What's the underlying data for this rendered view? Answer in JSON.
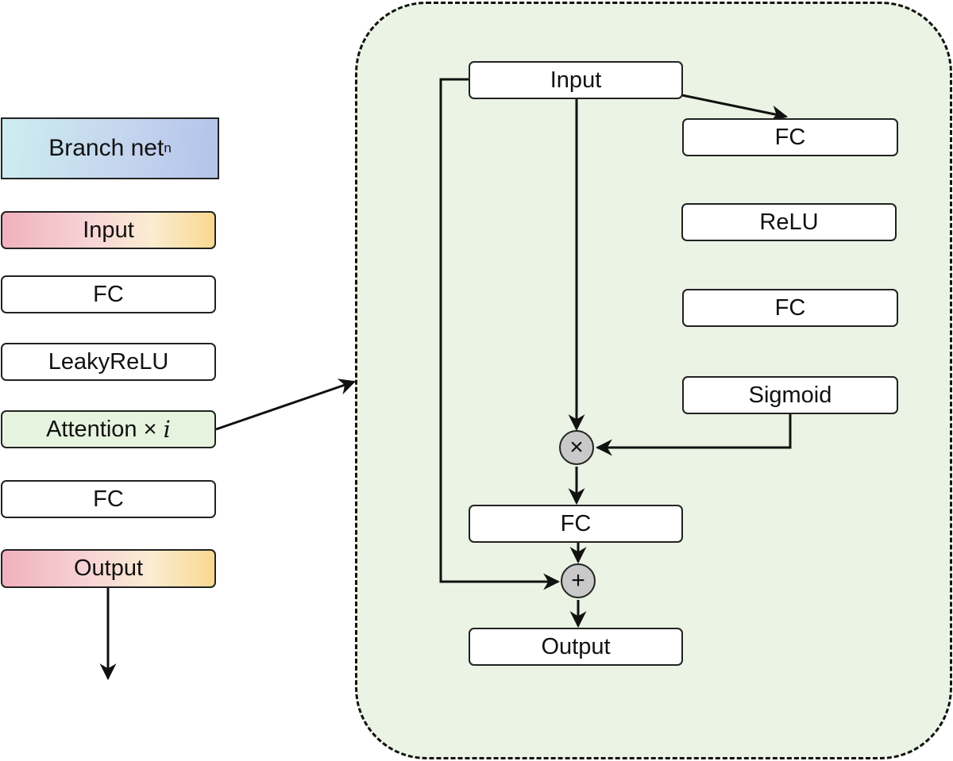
{
  "left_column": {
    "branch_title": "Branch net",
    "branch_subscript": "n",
    "input": "Input",
    "fc1": "FC",
    "leaky": "LeakyReLU",
    "attention": "Attention",
    "times": "×",
    "attention_var": "i",
    "fc2": "FC",
    "output": "Output"
  },
  "attention_block": {
    "input": "Input",
    "fc_a": "FC",
    "relu": "ReLU",
    "fc_b": "FC",
    "sigmoid": "Sigmoid",
    "multiply_op": "×",
    "fc_c": "FC",
    "add_op": "+",
    "output": "Output"
  },
  "colors": {
    "branch_gradient": [
      "#cdeef0",
      "#b2c3ea"
    ],
    "io_gradient": [
      "#efb1bd",
      "#f9d88f"
    ],
    "attention_fill": "#e6f3df",
    "region_fill": "#ebf4e4",
    "operator_fill": "#c9c9c9",
    "stroke": "#111111"
  }
}
